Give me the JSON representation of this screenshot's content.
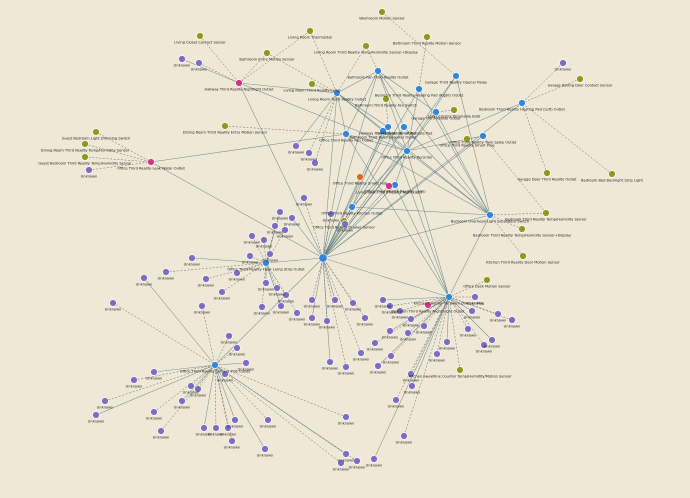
{
  "colors": {
    "background": "#efe8d6",
    "coordinator": "#2e86de",
    "router": "#2e86de",
    "end_device": "#7b6cc4",
    "sleepy_device": "#8c9a1b",
    "pink_device": "#d63384",
    "orange_device": "#e06424",
    "solid_link": "#5f7f85",
    "dashed_link": "#4a4a4a"
  },
  "nodes": {
    "coord": {
      "label": "",
      "kind": "coordinator"
    },
    "r_pwr_table": {
      "label": "Office Third Reality Floor Lamp Strip Outlet",
      "kind": "router"
    },
    "r_cam_pow": {
      "label": "Office Third Reality Camera POE Outlet",
      "kind": "router"
    },
    "r_kitchen_pwr": {
      "label": "Kitchen Counter TV Room Dimmer Plug",
      "kind": "router"
    },
    "r_bath_smart": {
      "label": "Bathroom Fan Third Reality Outlet",
      "kind": "router"
    },
    "r_bedside_lamp": {
      "label": "Bedroom Third Reality Heating Pad (Right) Outlet",
      "kind": "router"
    },
    "r_garage_relay": {
      "label": "Garage Third Reality Opener Relay",
      "kind": "router"
    },
    "r_bed_heat_left": {
      "label": "Bedroom Third Reality Heating Pad (Left) Outlet",
      "kind": "router"
    },
    "r_living_outlet": {
      "label": "Living Room Third Reality Outlet",
      "kind": "router"
    },
    "r_office_main": {
      "label": "Office Third Reality Fan Outlet",
      "kind": "router"
    },
    "r_office_bath": {
      "label": "Office Third Reality Tank Spike Outlet",
      "kind": "router"
    },
    "r_office_rec": {
      "label": "Office Third Reality Recorder",
      "kind": "router"
    },
    "r_garage_door": {
      "label": "Garage Third Reality Outlet",
      "kind": "router"
    },
    "r_hall_strip": {
      "label": "Hallway Third Reality Fan Outlet",
      "kind": "router"
    },
    "r_bath_gate": {
      "label": "Bathroom Third Reality Heater Outlet",
      "kind": "router"
    },
    "r_living_strip": {
      "label": "Living Room Smart Remote Pad",
      "kind": "router"
    },
    "r_bed_smart": {
      "label": "Bedroom Overhead Light Secondary Switch",
      "kind": "router"
    },
    "r_office_light": {
      "label": "Office Third Reality Reading Lamp",
      "kind": "router"
    },
    "r_office_floor": {
      "label": "Office Third Reality Kitchen Outlet",
      "kind": "router"
    },
    "p_hallway": {
      "label": "Hallway Third Reality Nightlight Outlet",
      "kind": "pink"
    },
    "p_office_leak": {
      "label": "Office Third Reality Leak Water Outlet",
      "kind": "pink"
    },
    "p_living_light": {
      "label": "Living Room Third Reality Night Light",
      "kind": "pink"
    },
    "p_bed_light": {
      "label": "Bedroom Third Reality Night Light Outlet",
      "kind": "pink"
    },
    "o_office_hub": {
      "label": "Office Third Reality Smart Hub",
      "kind": "orange"
    },
    "s_closet": {
      "label": "Living Closet Contact Sensor",
      "kind": "sleepy"
    },
    "s_thermo": {
      "label": "Living Room Thermostat",
      "kind": "sleepy"
    },
    "s_bath_entry": {
      "label": "Bathroom Entry Motion Sensor",
      "kind": "sleepy"
    },
    "s_living_temp": {
      "label": "Living Room Third Reality Temp/Humidity Sensor+Display",
      "kind": "sleepy"
    },
    "s_bath_motion": {
      "label": "Bathroom Third Reality Motion Sensor",
      "kind": "sleepy"
    },
    "s_washroom": {
      "label": "Washroom Motion Sensor",
      "kind": "sleepy"
    },
    "s_garage_door_contact": {
      "label": "Garage Rolling Door Contact Sensor",
      "kind": "sleepy"
    },
    "s_loser_bulb": {
      "label": "Loser Control Dimmable Bulb",
      "kind": "sleepy"
    },
    "s_guest_switch": {
      "label": "Guest Bedroom Light Dimming Switch",
      "kind": "sleepy"
    },
    "s_dining_temp": {
      "label": "Dining Room Third Reality Temp/Humidity Sensor",
      "kind": "sleepy"
    },
    "s_guest_temp": {
      "label": "Guest Bedroom Third Reality Temp/Humidity Sensor",
      "kind": "sleepy"
    },
    "s_dining_entry": {
      "label": "Dining Room Third Reality Entry Motion Sensor",
      "kind": "sleepy"
    },
    "s_bed_strip": {
      "label": "Bedroom Bed Backlight Strip Light",
      "kind": "sleepy"
    },
    "s_garage_sensor": {
      "label": "Garage Door Third Reality Outlet",
      "kind": "sleepy"
    },
    "s_bed_temp": {
      "label": "Bedroom Third Reality Temp/Humidity Sensor",
      "kind": "sleepy"
    },
    "s_bed_display": {
      "label": "Bedroom Third Reality Temp/Humidity Sensor+Display",
      "kind": "sleepy"
    },
    "s_kitchen_motion": {
      "label": "Kitchen Third Reality Door Motion Sensor",
      "kind": "sleepy"
    },
    "s_office_motion": {
      "label": "Office Desk Motion Sensor",
      "kind": "sleepy"
    },
    "s_kitchen_counter": {
      "label": "Kitchen Sweetline Counter Temp/Humidity/Motion Sensor",
      "kind": "sleepy"
    },
    "s_office_drawer": {
      "label": "Office Third Reality Drawer Sensor",
      "kind": "sleepy"
    },
    "s_living_lamp": {
      "label": "Living Room Third Reality Lamp",
      "kind": "sleepy"
    },
    "s_bath_fan": {
      "label": "Bathroom Third Reality Fan Switch",
      "kind": "sleepy"
    },
    "s_office_ac": {
      "label": "Office Third Reality Smart Plug",
      "kind": "sleepy"
    },
    "s_unk_top": {
      "label": "Unknown",
      "kind": "end_device"
    }
  },
  "unknown_label": "Unknown",
  "unknown_count": 90
}
